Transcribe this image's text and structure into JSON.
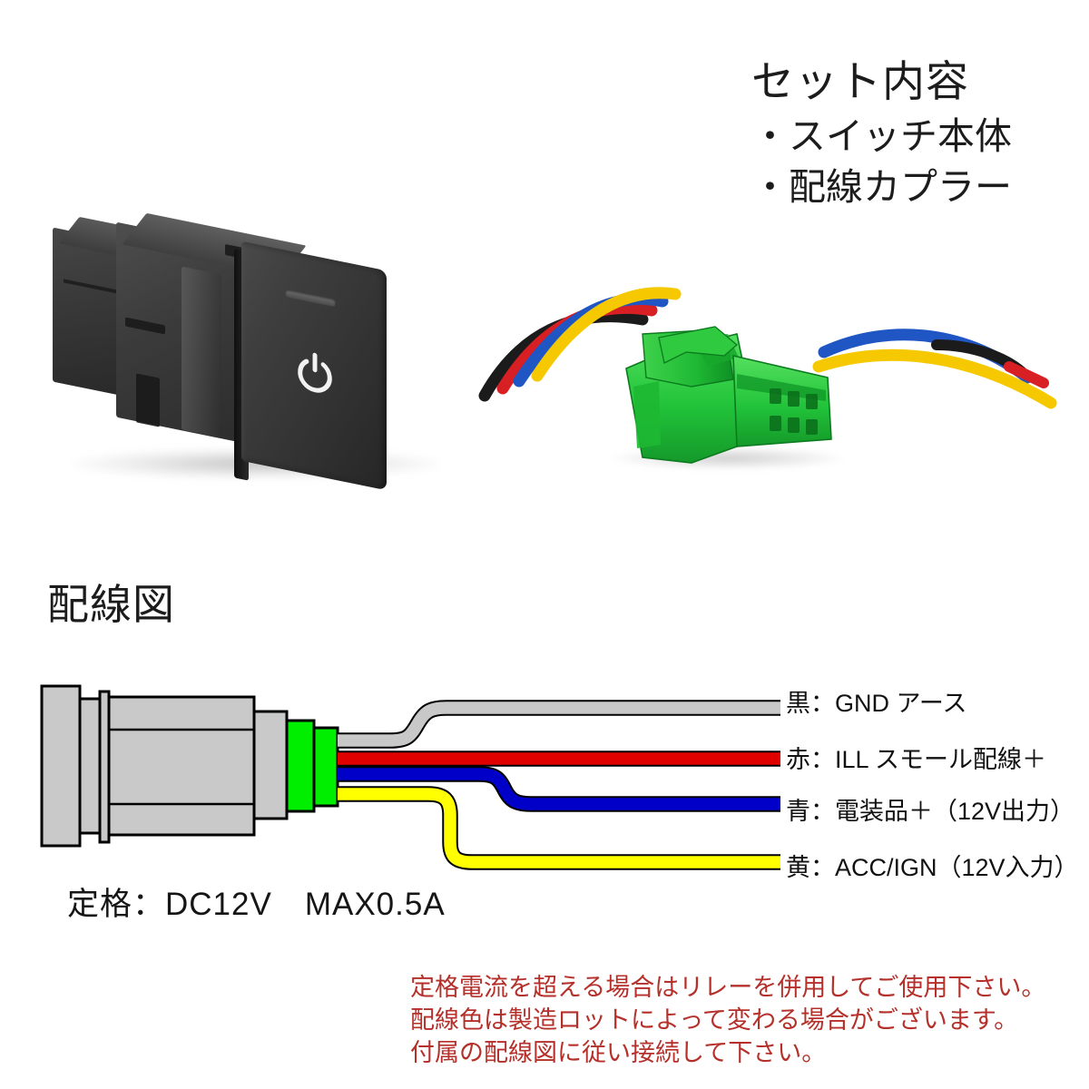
{
  "set_contents": {
    "title": "セット内容",
    "bullet": "・",
    "items": [
      {
        "label": "スイッチ本体"
      },
      {
        "label": "配線カプラー"
      }
    ]
  },
  "photos": {
    "switch": {
      "name": "push-switch-photo",
      "power_icon": "power-icon"
    },
    "harness": {
      "name": "wiring-coupler-photo",
      "connector_color": "#22cc33"
    }
  },
  "diagram": {
    "title": "配線図",
    "switch_body_color": "#c9c9c9",
    "connector_color": "#00ee00",
    "outline_color": "#000000",
    "wires": [
      {
        "name": "black",
        "swatch": "#c8c8c8",
        "label": "黒：GND アース"
      },
      {
        "name": "red",
        "swatch": "#e00000",
        "label": "赤：ILL スモール配線＋"
      },
      {
        "name": "blue",
        "swatch": "#0000c8",
        "label": "青：電装品＋（12V出力）"
      },
      {
        "name": "yellow",
        "swatch": "#ffff00",
        "label": "黄：ACC/IGN（12V入力）"
      }
    ]
  },
  "rating": "定格：DC12V　MAX0.5A",
  "notes": {
    "color": "#b5302a",
    "lines": [
      "定格電流を超える場合はリレーを併用してご使用下さい。",
      "配線色は製造ロットによって変わる場合がございます。",
      "付属の配線図に従い接続して下さい。"
    ]
  }
}
